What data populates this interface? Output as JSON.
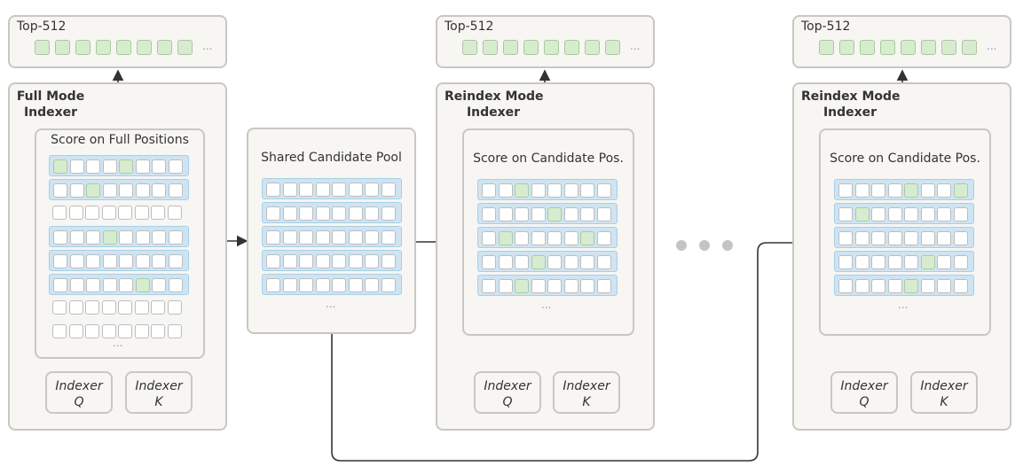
{
  "top_label": "Top-512",
  "ellipsis": "...",
  "panels": [
    {
      "title_line1": "Full Mode",
      "title_line2": "Indexer",
      "score_label": "Score on Full Positions",
      "q_line1": "Indexer",
      "q_line2": "Q",
      "k_line1": "Indexer",
      "k_line2": "K"
    },
    {
      "title_line1": "Reindex Mode",
      "title_line2": "Indexer",
      "score_label": "Score on Candidate Pos.",
      "q_line1": "Indexer",
      "q_line2": "Q",
      "k_line1": "Indexer",
      "k_line2": "K"
    },
    {
      "title_line1": "Reindex Mode",
      "title_line2": "Indexer",
      "score_label": "Score on Candidate Pos.",
      "q_line1": "Indexer",
      "q_line2": "Q",
      "k_line1": "Indexer",
      "k_line2": "K"
    }
  ],
  "shared_pool": {
    "label": "Shared Candidate Pool"
  },
  "colors": {
    "highlight_row": "#cfe4f2",
    "selected_cell": "#d7eccf",
    "panel_bg": "#f7f6f3",
    "border": "#c9c7c2"
  },
  "grids": {
    "full": [
      [
        0,
        4
      ],
      [
        2
      ],
      [],
      [
        3
      ],
      [],
      [
        5
      ],
      [],
      []
    ],
    "full_highlight": [
      true,
      true,
      false,
      true,
      true,
      true,
      false,
      false
    ],
    "pool": [
      [],
      [],
      [],
      [],
      []
    ],
    "cand1": [
      [
        2
      ],
      [
        4
      ],
      [
        1,
        6
      ],
      [
        3
      ],
      [
        2
      ]
    ],
    "cand2": [
      [
        4,
        7
      ],
      [
        1
      ],
      [],
      [
        5
      ],
      [
        4
      ]
    ]
  }
}
